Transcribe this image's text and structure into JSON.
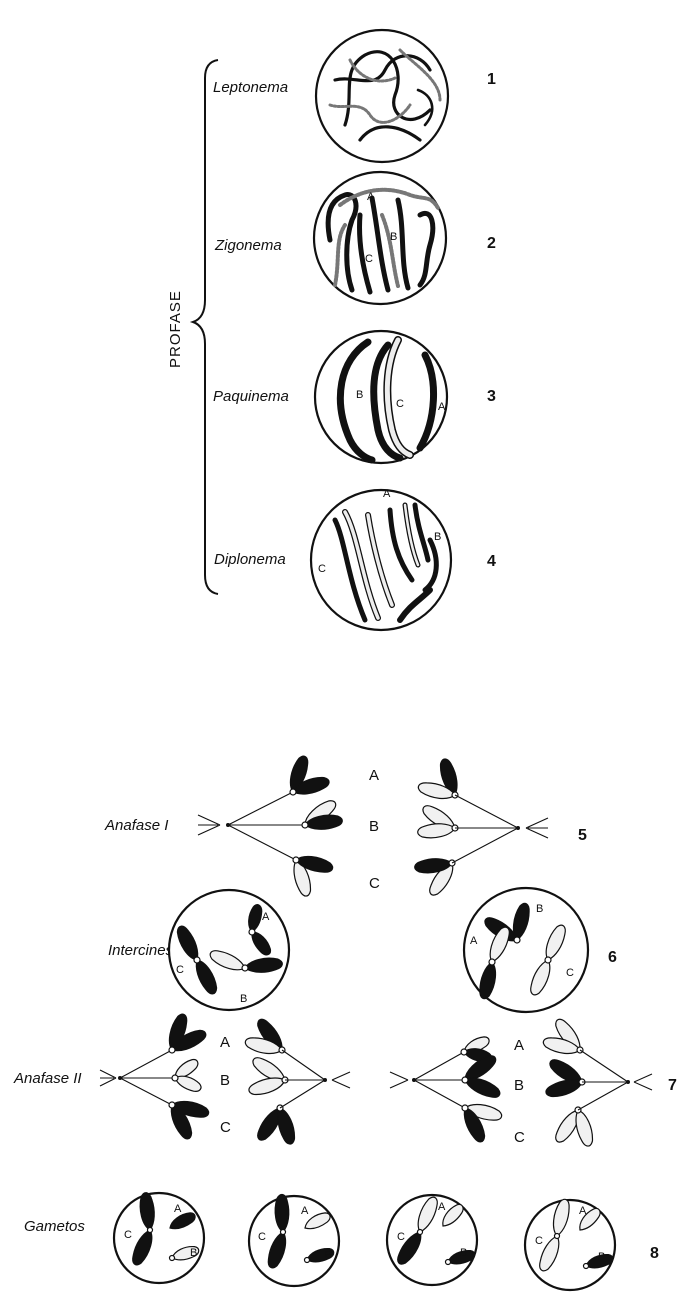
{
  "prophase": {
    "side_label": "PROFASE",
    "stages": [
      {
        "name": "Leptonema",
        "number": "1"
      },
      {
        "name": "Zigonema",
        "number": "2"
      },
      {
        "name": "Paquinema",
        "number": "3"
      },
      {
        "name": "Diplonema",
        "number": "4"
      }
    ]
  },
  "bottom_stages": [
    {
      "name": "Anafase I",
      "number": "5"
    },
    {
      "name": "Intercinesis",
      "number": "6"
    },
    {
      "name": "Anafase II",
      "number": "7"
    },
    {
      "name": "Gametos",
      "number": "8"
    }
  ],
  "letters": {
    "a": "A",
    "b": "B",
    "c": "C"
  }
}
